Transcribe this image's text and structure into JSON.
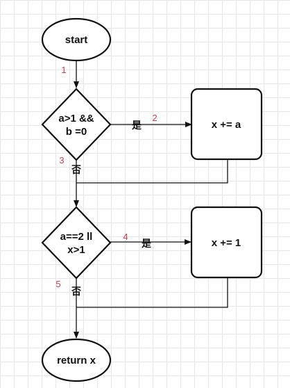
{
  "diagram": {
    "nodes": {
      "start": {
        "label": "start"
      },
      "cond1": {
        "line1": "a>1 &&",
        "line2": "b =0"
      },
      "op1": {
        "label": "x += a"
      },
      "cond2": {
        "line1": "a==2 ll",
        "line2": "x>1"
      },
      "op2": {
        "label": "x += 1"
      },
      "end": {
        "label": "return x"
      }
    },
    "edges": {
      "yes_label": "是",
      "no_label": "否"
    },
    "step_numbers": [
      "1",
      "2",
      "3",
      "4",
      "5"
    ],
    "colors": {
      "stroke": "#111111",
      "step_number": "#cc3d4f",
      "grid": "#e6e6e6",
      "background": "#ffffff"
    }
  }
}
